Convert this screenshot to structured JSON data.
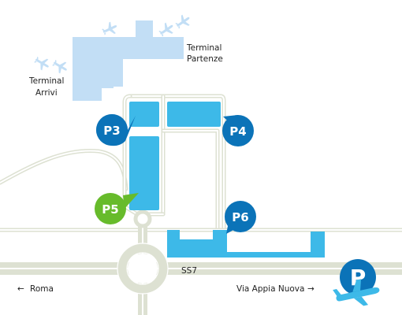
{
  "colors": {
    "terminal": "#c2def5",
    "parking": "#3db9e8",
    "badge_default": "#0b73b8",
    "badge_p5": "#67bb2b",
    "road": "#dde1d2",
    "plane_icon": "#c2def5",
    "logo_plane": "#3db9e8"
  },
  "terminals": {
    "departures": {
      "line1": "Terminal",
      "line2": "Partenze"
    },
    "arrivals": {
      "line1": "Terminal",
      "line2": "Arrivi"
    }
  },
  "parking": {
    "p3": {
      "label": "P3"
    },
    "p4": {
      "label": "P4"
    },
    "p5": {
      "label": "P5"
    },
    "p6": {
      "label": "P6"
    }
  },
  "roads": {
    "ss7": "SS7",
    "roma": "Roma",
    "roma_arrow": "←",
    "appia": "Via Appia Nuova",
    "appia_arrow": "→"
  },
  "icons": {
    "plane": "airplane-icon",
    "logo": "airport-parking-logo",
    "logo_letter": "P"
  }
}
